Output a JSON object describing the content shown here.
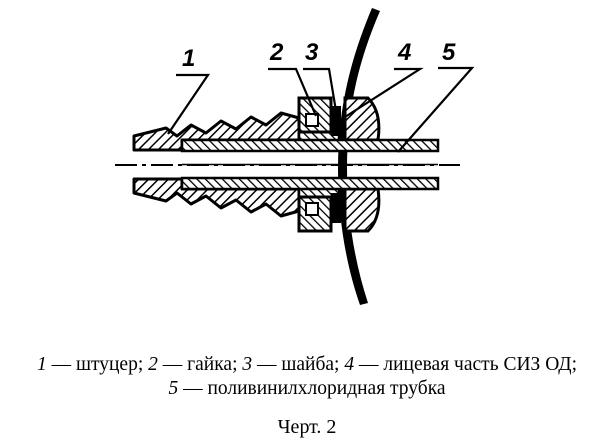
{
  "diagram": {
    "callouts": [
      {
        "num": "1",
        "text": "штуцер"
      },
      {
        "num": "2",
        "text": "гайка"
      },
      {
        "num": "3",
        "text": "шайба"
      },
      {
        "num": "4",
        "text": "лицевая часть СИЗ ОД"
      },
      {
        "num": "5",
        "text": "поливинилхлоридная трубка"
      }
    ]
  },
  "caption": {
    "dash": " — ",
    "sep": "; ",
    "end": ";"
  },
  "figure_label": "Черт. 2"
}
